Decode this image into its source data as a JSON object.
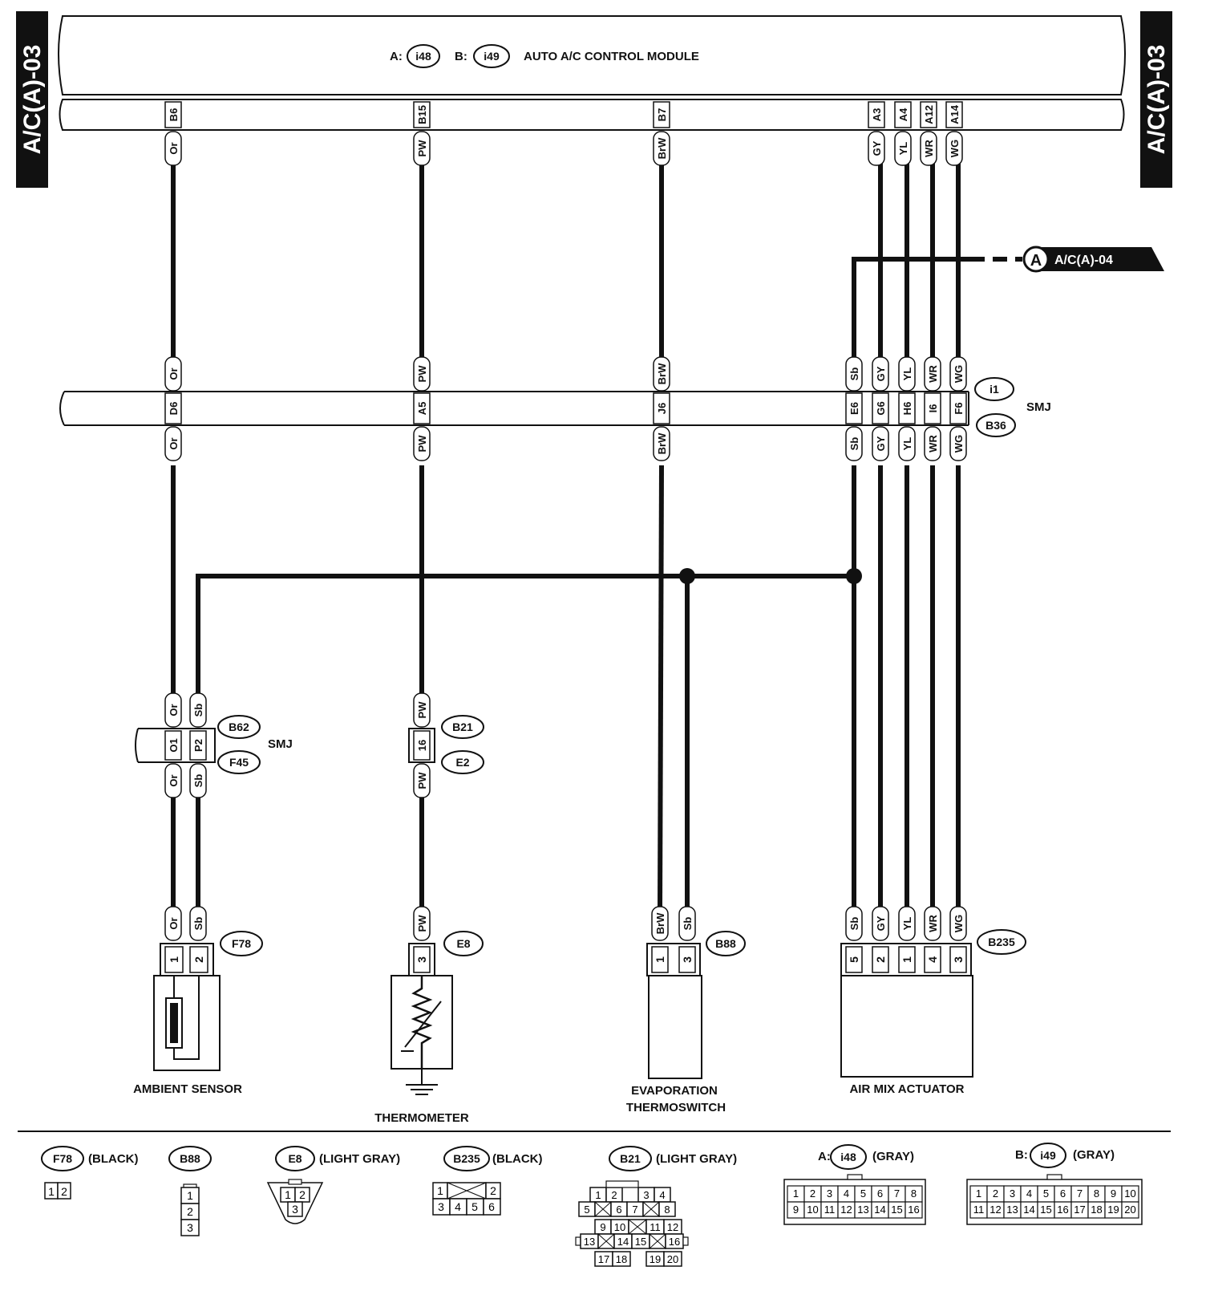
{
  "page_tab": "A/C(A)-03",
  "module": {
    "a_prefix": "A:",
    "a_id": "i48",
    "b_prefix": "B:",
    "b_id": "i49",
    "title": "AUTO A/C CONTROL MODULE",
    "pins": [
      "B6",
      "B15",
      "B7",
      "A3",
      "A4",
      "A12",
      "A14"
    ]
  },
  "wires": {
    "or": "Or",
    "pw": "PW",
    "brw": "BrW",
    "gy": "GY",
    "yl": "YL",
    "wr": "WR",
    "wg": "WG",
    "sb": "Sb"
  },
  "reference": {
    "letter": "A",
    "label": "A/C(A)-04"
  },
  "smj_main": {
    "top_id": "i1",
    "bottom_id": "B36",
    "label": "SMJ",
    "pins": [
      "D6",
      "A5",
      "J6",
      "E6",
      "G6",
      "H6",
      "I6",
      "F6"
    ]
  },
  "smj_ambient": {
    "top_id": "B62",
    "bottom_id": "F45",
    "label": "SMJ",
    "pins": [
      "O1",
      "P2"
    ]
  },
  "thermo_joint": {
    "top_id": "B21",
    "bottom_id": "E2",
    "pin": "16"
  },
  "components": {
    "ambient": {
      "connector": "F78",
      "pins": [
        "1",
        "2"
      ],
      "name": "AMBIENT SENSOR"
    },
    "thermometer": {
      "connector": "E8",
      "pin": "3",
      "name": "THERMOMETER"
    },
    "evap": {
      "connector": "B88",
      "pins": [
        "1",
        "3"
      ],
      "name_line1": "EVAPORATION",
      "name_line2": "THERMOSWITCH"
    },
    "airmix": {
      "connector": "B235",
      "pins": [
        "5",
        "2",
        "1",
        "4",
        "3"
      ],
      "name": "AIR MIX ACTUATOR"
    }
  },
  "legend": {
    "f78": {
      "id": "F78",
      "color": "(BLACK)",
      "cells": [
        "1",
        "2"
      ]
    },
    "b88": {
      "id": "B88",
      "cells": [
        "1",
        "2",
        "3"
      ]
    },
    "e8": {
      "id": "E8",
      "color": "(LIGHT GRAY)",
      "cells": [
        "1",
        "2",
        "3"
      ]
    },
    "b235": {
      "id": "B235",
      "color": "(BLACK)",
      "cells": [
        "1",
        "2",
        "3",
        "4",
        "5",
        "6"
      ]
    },
    "b21": {
      "id": "B21",
      "color": "(LIGHT GRAY)",
      "cells": [
        "1",
        "2",
        "3",
        "4",
        "5",
        "6",
        "7",
        "8",
        "9",
        "10",
        "11",
        "12",
        "13",
        "14",
        "15",
        "16",
        "17",
        "18",
        "19",
        "20"
      ]
    },
    "i48": {
      "prefix": "A:",
      "id": "i48",
      "color": "(GRAY)",
      "cells": [
        "1",
        "2",
        "3",
        "4",
        "5",
        "6",
        "7",
        "8",
        "9",
        "10",
        "11",
        "12",
        "13",
        "14",
        "15",
        "16"
      ]
    },
    "i49": {
      "prefix": "B:",
      "id": "i49",
      "color": "(GRAY)",
      "cells": [
        "1",
        "2",
        "3",
        "4",
        "5",
        "6",
        "7",
        "8",
        "9",
        "10",
        "11",
        "12",
        "13",
        "14",
        "15",
        "16",
        "17",
        "18",
        "19",
        "20"
      ]
    }
  }
}
